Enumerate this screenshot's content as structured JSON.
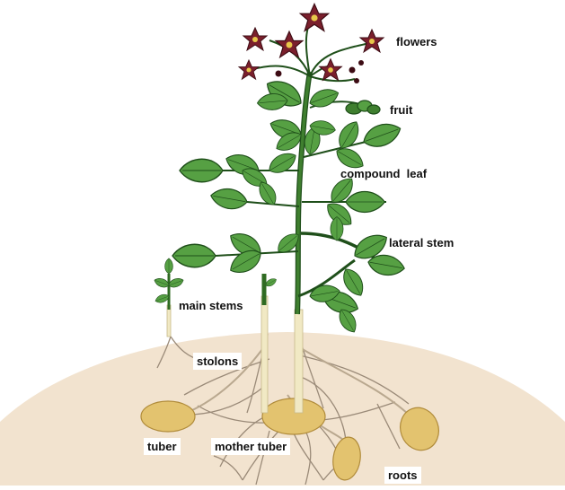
{
  "labels": {
    "flowers": "flowers",
    "fruit": "fruit",
    "compound_leaf": "compound  leaf",
    "lateral_stem": "lateral stem",
    "main_stems": "main stems",
    "stolons": "stolons",
    "tuber": "tuber",
    "mother_tuber": "mother tuber",
    "roots": "roots"
  },
  "colors": {
    "soil": "#f2e3cf",
    "leaf": "#4f9a3c",
    "leaf_dark": "#1f4f1a",
    "stem": "#2f6b22",
    "flower": "#7a1f2c",
    "tuber": "#e3c36f",
    "root": "#9a8a78"
  }
}
